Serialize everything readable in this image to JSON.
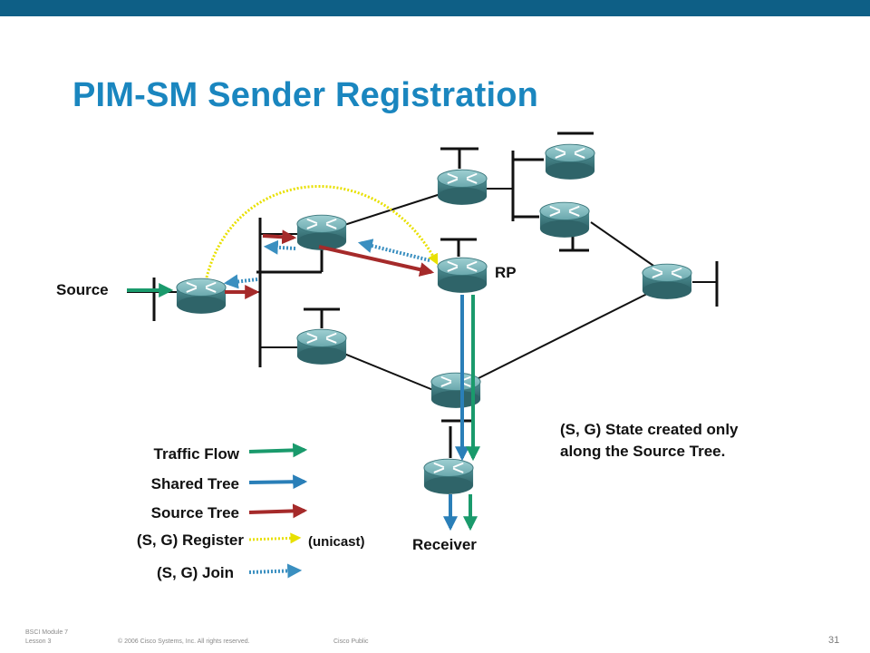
{
  "slide": {
    "title": "PIM-SM Sender Registration",
    "page_number": "31",
    "footer": {
      "module": "BSCI Module 7",
      "lesson": "Lesson 3",
      "copyright": "© 2006 Cisco Systems, Inc. All rights reserved.",
      "classification": "Cisco Public"
    }
  },
  "diagram": {
    "labels": {
      "source": "Source",
      "rp": "RP",
      "receiver": "Receiver"
    },
    "note": {
      "line1": "(S, G) State created only",
      "line2": "along the Source Tree."
    },
    "legend": [
      {
        "label": "Traffic Flow",
        "color": "#1a9a6c",
        "style": "solid"
      },
      {
        "label": "Shared Tree",
        "color": "#2a7fb8",
        "style": "solid"
      },
      {
        "label": "Source Tree",
        "color": "#a52a2a",
        "style": "solid"
      },
      {
        "label": "(S, G) Register",
        "color": "#e8e000",
        "style": "dotted",
        "note": "(unicast)"
      },
      {
        "label": "(S, G) Join",
        "color": "#3a8fc0",
        "style": "dotted"
      }
    ],
    "colors": {
      "topbar": "#0e5f86",
      "title": "#1a86bf",
      "router": "#4e8e93",
      "traffic": "#1a9a6c",
      "shared": "#2a7fb8",
      "source_tree": "#a52a2a",
      "register": "#e8e000",
      "join": "#3a8fc0"
    }
  }
}
